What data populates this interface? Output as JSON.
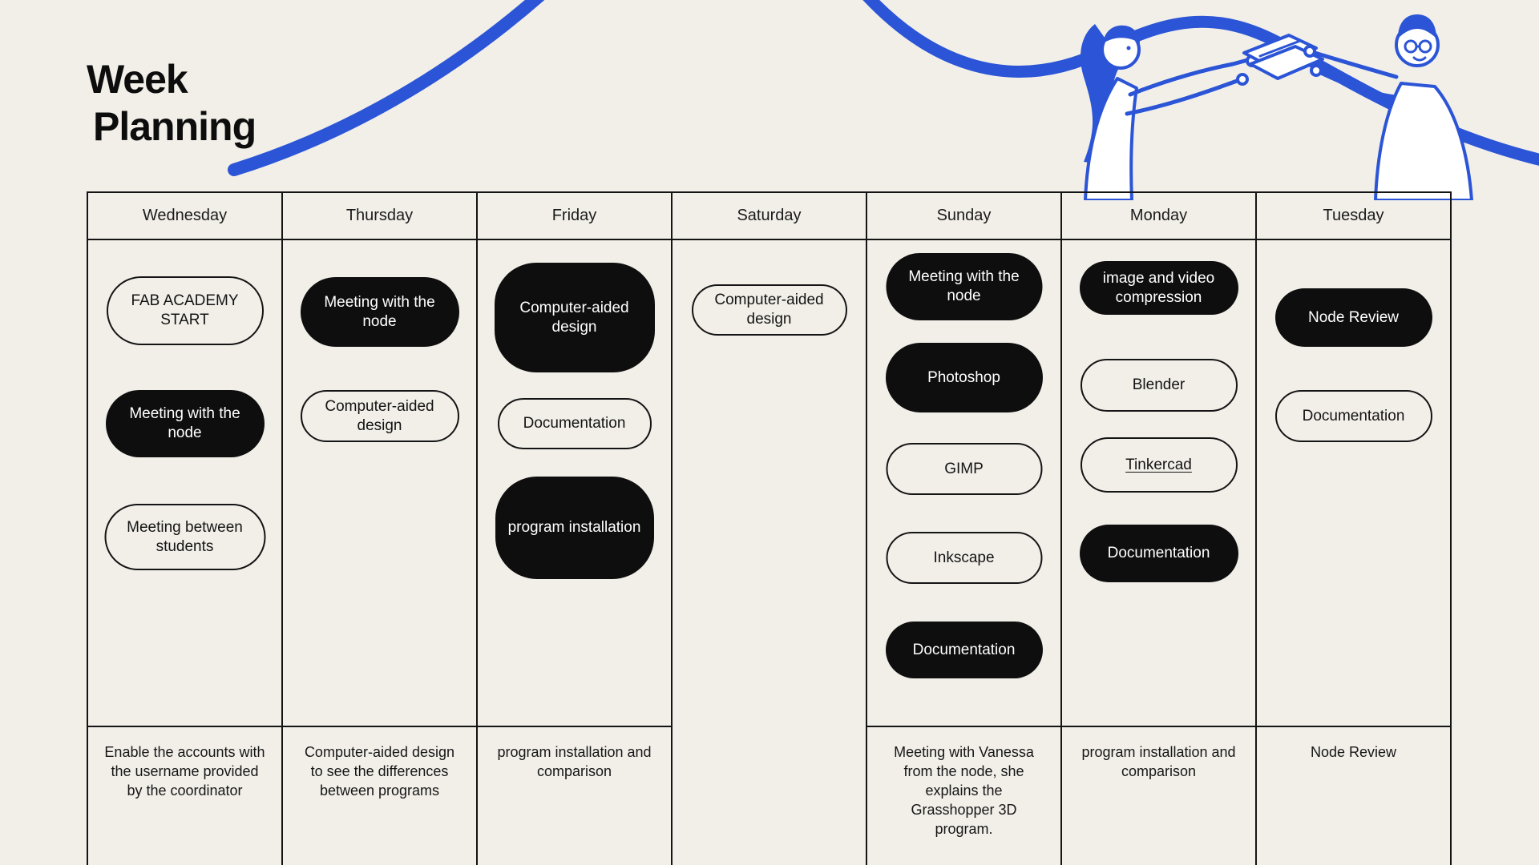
{
  "title": {
    "line1": "Week",
    "line2": "Planning"
  },
  "colors": {
    "background": "#f2efe9",
    "ink": "#141414",
    "pill_fill": "#0e0e0e",
    "accent_blue": "#2b55d6"
  },
  "decorations": {
    "scribble_icon": "blue-crayon-scribble",
    "illustration_icon": "two-people-passing-papers"
  },
  "table": {
    "columns": [
      {
        "day": "Wednesday",
        "items": [
          {
            "label": "FAB ACADEMY START"
          },
          {
            "label": "Meeting with the node"
          },
          {
            "label": "Meeting between students"
          }
        ],
        "note": "Enable the accounts with the username provided by the coordinator"
      },
      {
        "day": "Thursday",
        "items": [
          {
            "label": "Meeting with the node"
          },
          {
            "label": "Computer-aided design"
          }
        ],
        "note": "Computer-aided design to see the differences between programs"
      },
      {
        "day": "Friday",
        "items": [
          {
            "label": "Computer-aided design"
          },
          {
            "label": "Documentation"
          },
          {
            "label": "program installation"
          }
        ],
        "note": "program installation and comparison"
      },
      {
        "day": "Saturday",
        "items": [
          {
            "label": "Computer-aided design"
          }
        ],
        "note": ""
      },
      {
        "day": "Sunday",
        "items": [
          {
            "label": "Meeting with the node"
          },
          {
            "label": "Photoshop"
          },
          {
            "label": "GIMP"
          },
          {
            "label": "Inkscape"
          },
          {
            "label": "Documentation"
          }
        ],
        "note": "Meeting with Vanessa from the node, she explains the Grasshopper 3D program."
      },
      {
        "day": "Monday",
        "items": [
          {
            "label": "image and video compression"
          },
          {
            "label": "Blender"
          },
          {
            "label": "Tinkercad"
          },
          {
            "label": "Documentation"
          }
        ],
        "note": "program installation and comparison"
      },
      {
        "day": "Tuesday",
        "items": [
          {
            "label": "Node Review"
          },
          {
            "label": "Documentation"
          }
        ],
        "note": "Node Review"
      }
    ]
  }
}
